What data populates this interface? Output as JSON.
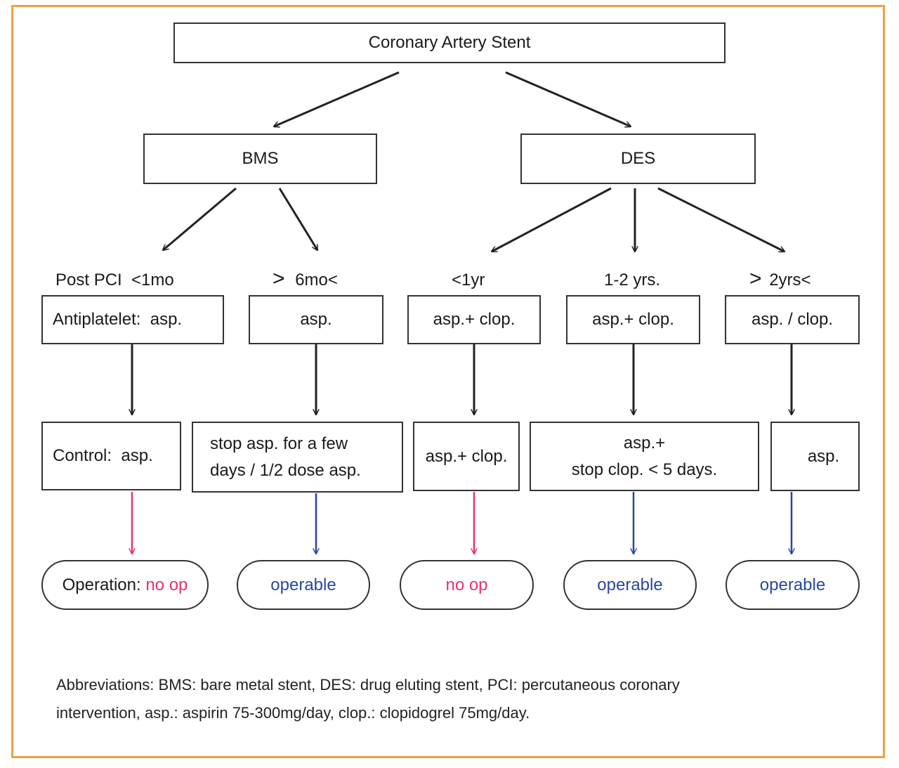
{
  "root": {
    "label": "Coronary Artery Stent"
  },
  "stent_types": {
    "bms": "BMS",
    "des": "DES"
  },
  "timeframes": {
    "t1": "Post PCI  <1mo",
    "t2": "6mo<",
    "t3": "<1yr",
    "t4": "1-2 yrs.",
    "t5": "2yrs<",
    "gt_symbol": ">"
  },
  "antiplatelet": {
    "c1": "Antiplatelet:  asp.",
    "c2": "asp.",
    "c3": "asp.+ clop.",
    "c4": "asp.+ clop.",
    "c5": "asp. / clop."
  },
  "control": {
    "c1": "Control:  asp.",
    "c2_line1": "stop asp. for a few",
    "c2_line2": "days / 1/2 dose asp.",
    "c3": "asp.+ clop.",
    "c4_line1": "asp.+",
    "c4_line2": "stop clop. < 5 days.",
    "c5": "asp."
  },
  "operation": {
    "prefix": "Operation: ",
    "c1": "no op",
    "c2": "operable",
    "c3": "no op",
    "c4": "operable",
    "c5": "operable"
  },
  "colors": {
    "frame": "#f0a040",
    "no_op": "#e8336d",
    "operable": "#2848a0",
    "line": "#222222"
  },
  "footnote": {
    "line1": "Abbreviations: BMS: bare metal stent, DES: drug eluting stent, PCI: percutaneous coronary",
    "line2": "intervention, asp.: aspirin 75-300mg/day, clop.: clopidogrel 75mg/day."
  }
}
